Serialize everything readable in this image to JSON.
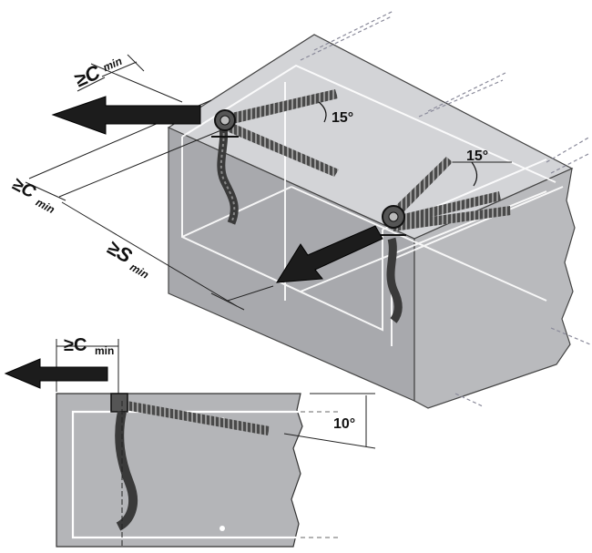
{
  "labels": {
    "c_min_top": {
      "prefix": "≥C",
      "sub": "min"
    },
    "c_min_left": {
      "prefix": "≥C",
      "sub": "min"
    },
    "s_min": {
      "prefix": "≥S",
      "sub": "min"
    },
    "angle_left": "15°",
    "angle_right": "15°",
    "c_min_bottom": {
      "prefix": "≥C",
      "sub": "min"
    },
    "angle_bottom": "10°"
  },
  "colors": {
    "concrete_front": "#a8a9ad",
    "concrete_top": "#d3d4d7",
    "concrete_side": "#b9babd",
    "arrow": "#1c1c1c",
    "rebar": "#3a3a3a"
  }
}
